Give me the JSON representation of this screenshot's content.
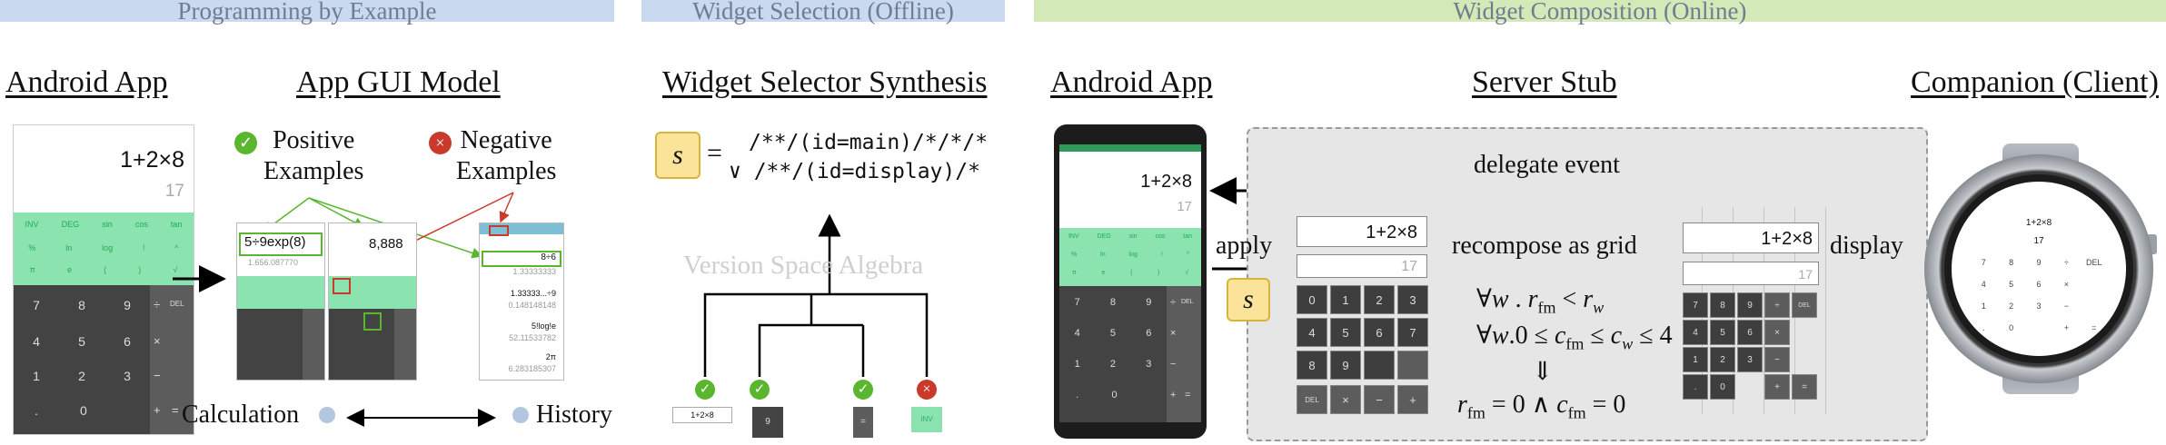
{
  "bands": {
    "pbe": "Programming by Example",
    "selection": "Widget Selection (Offline)",
    "composition": "Widget Composition (Online)"
  },
  "headings": {
    "android_app_1": "Android App",
    "gui_model": "App GUI Model",
    "selector_synthesis": "Widget Selector Synthesis",
    "android_app_2": "Android App",
    "server_stub": "Server Stub",
    "companion": "Companion (Client)"
  },
  "calc": {
    "expression": "1+2×8",
    "result": "17",
    "sci_row1": [
      "INV",
      "DEG",
      "sin",
      "cos",
      "tan"
    ],
    "sci_row2": [
      "%",
      "ln",
      "log",
      "!",
      "^"
    ],
    "sci_row3": [
      "π",
      "e",
      "(",
      ")",
      "√"
    ],
    "digits": [
      [
        "7",
        "8",
        "9"
      ],
      [
        "4",
        "5",
        "6"
      ],
      [
        "1",
        "2",
        "3"
      ],
      [
        ".",
        "0",
        ""
      ]
    ],
    "ops": [
      "÷",
      "×",
      "−",
      "+"
    ],
    "del": "DEL",
    "eq": "="
  },
  "gui_model": {
    "positive_label": "Positive\nExamples",
    "negative_label": "Negative\nExamples",
    "screen1_expr": "5÷9exp(8)",
    "screen1_sub": "1.656.087770",
    "screen2_expr": "8,888",
    "history_entries": [
      "8÷6",
      "1.33333333",
      "1.33333...÷9",
      "0.148148148",
      "5!log!e",
      "52.11533782",
      "2π",
      "6.283185307"
    ],
    "calculation_label": "Calculation",
    "history_label": "History"
  },
  "selector": {
    "var": "s",
    "equals": "=",
    "line1": "/**/(id=main)/*/*/*",
    "line2": "∨ /**/(id=display)/*",
    "vsa_label": "Version Space Algebra",
    "leaf1": "1+2×8",
    "leaf2": "9",
    "leaf3": "=",
    "leaf4": "INV"
  },
  "composition": {
    "delegate": "delegate event",
    "apply": "apply",
    "recompose": "recompose as grid",
    "display": "display",
    "svar": "s",
    "grid_expr": "1+2×8",
    "grid_result": "17",
    "grid_keys": [
      [
        "0",
        "1",
        "2",
        "3"
      ],
      [
        "4",
        "5",
        "6",
        "7"
      ],
      [
        "8",
        "9",
        "",
        ""
      ],
      [
        "DEL",
        "×",
        "−",
        "+"
      ]
    ],
    "c1": "∀w . r_fm < r_w",
    "c2": "∀w.0 ≤ c_fm ≤ c_w ≤ 4",
    "arrow": "⇓",
    "c3": "r_fm = 0 ∧ c_fm = 0",
    "watch_expr": "1+2×8",
    "watch_result": "17",
    "watch_keys": [
      [
        "7",
        "8",
        "9",
        "÷",
        "DEL"
      ],
      [
        "4",
        "5",
        "6",
        "×",
        ""
      ],
      [
        "1",
        "2",
        "3",
        "−",
        ""
      ],
      [
        ".",
        "0",
        "",
        "+",
        "="
      ]
    ]
  },
  "colors": {
    "green_sci": "#8be3b0",
    "dark_pad": "#434343",
    "darker_pad": "#5c5c5c",
    "positive": "#5ab52f",
    "negative": "#c93a2b",
    "band_blue": "#c9d9ef",
    "band_green": "#d3eab8",
    "stub_bg": "#e6e6e6"
  }
}
